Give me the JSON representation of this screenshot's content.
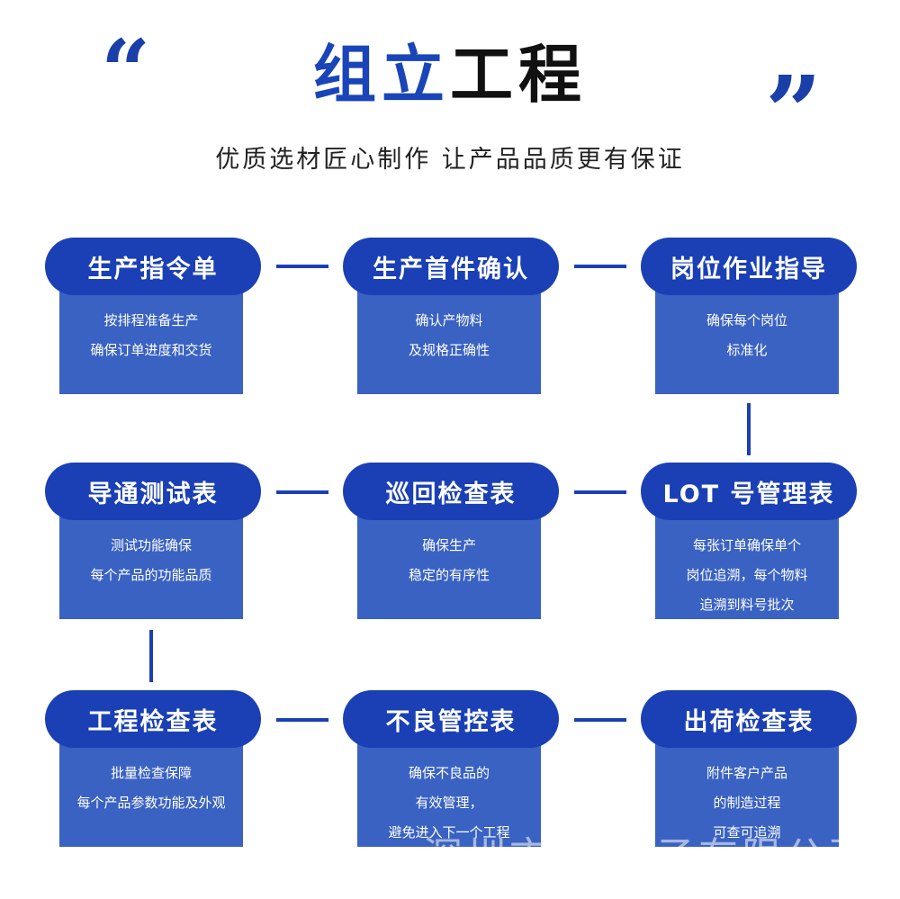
{
  "title_part1": "组立",
  "title_part2": "工程",
  "subtitle": "优质选材匠心制作  让产品品质更有保证",
  "quote_open": "“",
  "quote_close": "”",
  "steps": [
    {
      "title": "生产指令单",
      "lines": [
        "按排程准备生产",
        "确保订单进度和交货"
      ]
    },
    {
      "title": "生产首件确认",
      "lines": [
        "确认产物料",
        "及规格正确性"
      ]
    },
    {
      "title": "岗位作业指导",
      "lines": [
        "确保每个岗位",
        "标准化"
      ]
    },
    {
      "title": "导通测试表",
      "lines": [
        "测试功能确保",
        "每个产品的功能品质"
      ]
    },
    {
      "title": "巡回检查表",
      "lines": [
        "确保生产",
        "稳定的有序性"
      ]
    },
    {
      "title": "LOT 号管理表",
      "lines": [
        "每张订单确保单个",
        "岗位追溯，每个物料",
        "追溯到料号批次"
      ]
    },
    {
      "title": "工程检查表",
      "lines": [
        "批量检查保障",
        "每个产品参数功能及外观"
      ]
    },
    {
      "title": "不良管控表",
      "lines": [
        "确保不良品的",
        "有效管理，",
        "避免进入下一个工程"
      ]
    },
    {
      "title": "出荷检查表",
      "lines": [
        "附件客户产品",
        "的制造过程",
        "可查可追溯"
      ]
    }
  ],
  "watermark": "深圳市鑫      电子有限公司"
}
